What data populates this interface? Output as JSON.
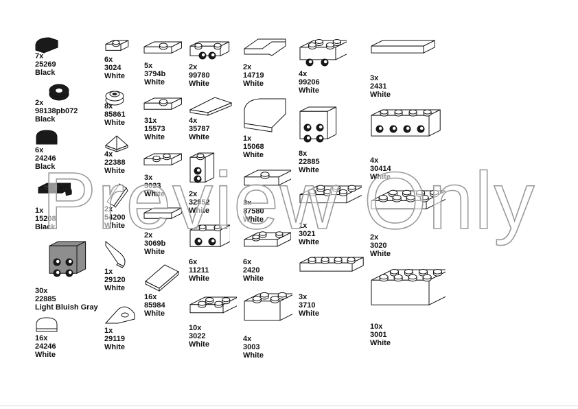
{
  "colors": {
    "black_part": "#1a1a1a",
    "gray_part": "#8e8e8e",
    "outline": "#111111",
    "watermark_stroke": "#9a9a9a"
  },
  "watermark": "Preview Only",
  "parts": [
    {
      "qty": "7x",
      "id": "25269",
      "color": "Black",
      "icon": "quarter-tile-icon"
    },
    {
      "qty": "2x",
      "id": "98138pb072",
      "color": "Black",
      "icon": "round-tile-icon"
    },
    {
      "qty": "6x",
      "id": "24246",
      "color": "Black",
      "icon": "half-round-tile-icon"
    },
    {
      "qty": "1x",
      "id": "15208",
      "color": "Black",
      "icon": "plate-clip-icon"
    },
    {
      "qty": "30x",
      "id": "22885",
      "color": "Light Bluish Gray",
      "icon": "brick-studs-side-icon"
    },
    {
      "qty": "16x",
      "id": "24246",
      "color": "White",
      "icon": "half-round-tile-icon"
    },
    {
      "qty": "6x",
      "id": "3024",
      "color": "White",
      "icon": "plate-1x1-icon"
    },
    {
      "qty": "8x",
      "id": "85861",
      "color": "White",
      "icon": "round-plate-open-stud-icon"
    },
    {
      "qty": "4x",
      "id": "22388",
      "color": "White",
      "icon": "slope-pyramid-icon"
    },
    {
      "qty": "2x",
      "id": "54200",
      "color": "White",
      "icon": "slope-cheese-icon"
    },
    {
      "qty": "1x",
      "id": "29120",
      "color": "White",
      "icon": "wedge-right-icon"
    },
    {
      "qty": "1x",
      "id": "29119",
      "color": "White",
      "icon": "wedge-left-icon"
    },
    {
      "qty": "5x",
      "id": "3794b",
      "color": "White",
      "icon": "jumper-plate-icon"
    },
    {
      "qty": "31x",
      "id": "15573",
      "color": "White",
      "icon": "jumper-plate-icon"
    },
    {
      "qty": "3x",
      "id": "3023",
      "color": "White",
      "icon": "plate-1x2-icon"
    },
    {
      "qty": "2x",
      "id": "3069b",
      "color": "White",
      "icon": "tile-1x2-icon"
    },
    {
      "qty": "16x",
      "id": "85984",
      "color": "White",
      "icon": "slope-tile-icon"
    },
    {
      "qty": "2x",
      "id": "99780",
      "color": "White",
      "icon": "bracket-icon"
    },
    {
      "qty": "4x",
      "id": "35787",
      "color": "White",
      "icon": "wedge-tile-icon"
    },
    {
      "qty": "2x",
      "id": "32952",
      "color": "White",
      "icon": "brick-studs-side-icon"
    },
    {
      "qty": "6x",
      "id": "11211",
      "color": "White",
      "icon": "brick-studs-side-icon"
    },
    {
      "qty": "10x",
      "id": "3022",
      "color": "White",
      "icon": "plate-2x2-icon"
    },
    {
      "qty": "2x",
      "id": "14719",
      "color": "White",
      "icon": "corner-tile-icon"
    },
    {
      "qty": "1x",
      "id": "15068",
      "color": "White",
      "icon": "curved-slope-icon"
    },
    {
      "qty": "3x",
      "id": "87580",
      "color": "White",
      "icon": "jumper-plate-2x2-icon"
    },
    {
      "qty": "6x",
      "id": "2420",
      "color": "White",
      "icon": "corner-plate-icon"
    },
    {
      "qty": "4x",
      "id": "3003",
      "color": "White",
      "icon": "brick-2x2-icon"
    },
    {
      "qty": "4x",
      "id": "99206",
      "color": "White",
      "icon": "bracket-plate-icon"
    },
    {
      "qty": "8x",
      "id": "22885",
      "color": "White",
      "icon": "brick-studs-side-icon"
    },
    {
      "qty": "1x",
      "id": "3021",
      "color": "White",
      "icon": "plate-2x3-icon"
    },
    {
      "qty": "3x",
      "id": "3710",
      "color": "White",
      "icon": "plate-1x4-icon"
    },
    {
      "qty": "3x",
      "id": "2431",
      "color": "White",
      "icon": "tile-1x4-icon"
    },
    {
      "qty": "4x",
      "id": "30414",
      "color": "White",
      "icon": "brick-studs-side-icon"
    },
    {
      "qty": "2x",
      "id": "3020",
      "color": "White",
      "icon": "plate-2x4-icon"
    },
    {
      "qty": "10x",
      "id": "3001",
      "color": "White",
      "icon": "brick-2x4-icon"
    }
  ]
}
